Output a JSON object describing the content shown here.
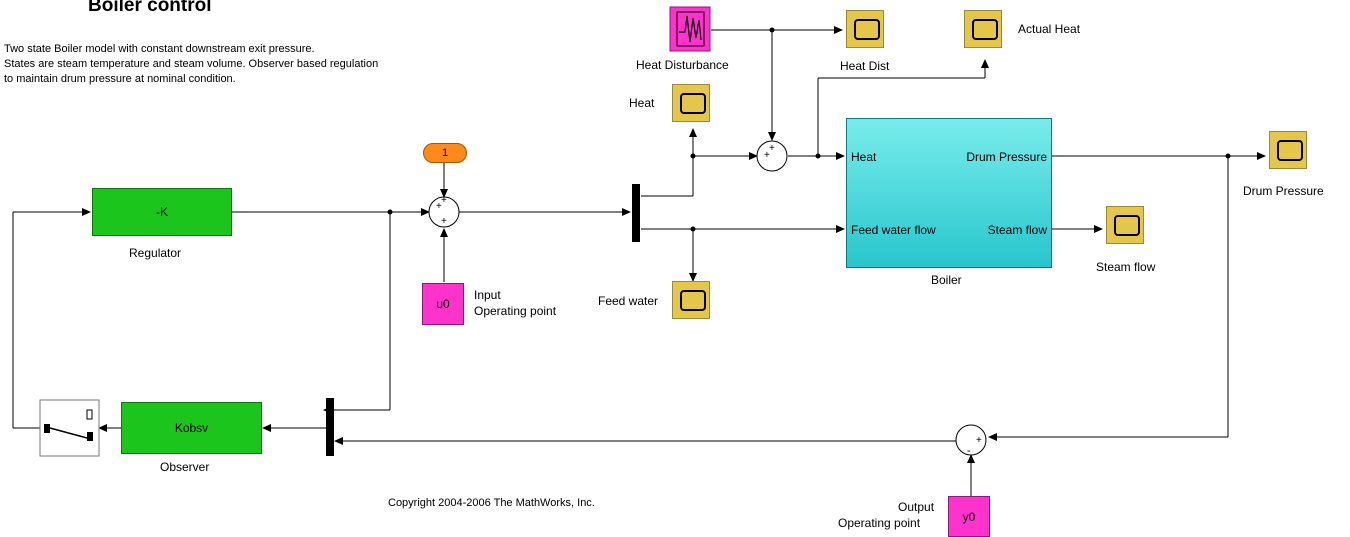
{
  "title": "Boiler control",
  "description": [
    "Two state Boiler model with constant downstream exit pressure.",
    "States are steam temperature and steam volume. Observer based regulation",
    "to maintain drum pressure at nominal condition."
  ],
  "copyright": "Copyright 2004-2006 The MathWorks, Inc.",
  "blocks": {
    "regulator": {
      "content": "-K",
      "label": "Regulator"
    },
    "observer": {
      "content": "Kobsv",
      "label": "Observer"
    },
    "inport": {
      "content": "1"
    },
    "u0": {
      "content": "u0",
      "label_line1": "Input",
      "label_line2": "Operating point"
    },
    "y0": {
      "content": "y0",
      "label_line1": "Output",
      "label_line2": "Operating point"
    },
    "heat_disturbance": {
      "label": "Heat Disturbance"
    },
    "scopes": {
      "heat_dist": "Heat Dist",
      "actual_heat": "Actual Heat",
      "heat": "Heat",
      "feed_water": "Feed water",
      "drum_pressure": "Drum Pressure",
      "steam_flow": "Steam flow"
    },
    "boiler": {
      "label": "Boiler",
      "in_heat": "Heat",
      "in_feed": "Feed water flow",
      "out_pressure": "Drum Pressure",
      "out_steam": "Steam flow"
    }
  }
}
